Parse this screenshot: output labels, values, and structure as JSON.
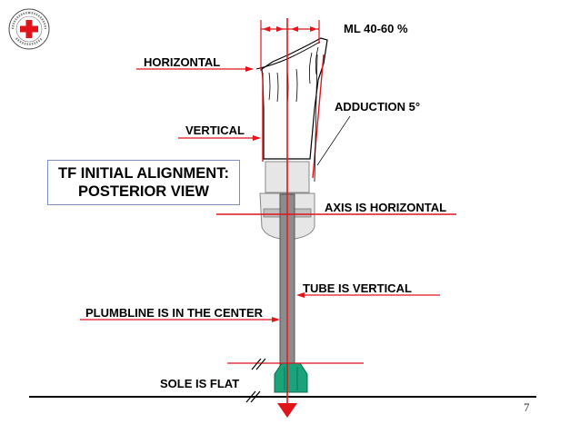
{
  "logo": {
    "text_top": "COMITE INTERNATIONAL",
    "text_bottom": "GENEVE",
    "symbol": "red-cross",
    "cross_color": "#e0151c"
  },
  "title": {
    "line1": "TF INITIAL ALIGNMENT:",
    "line2": "POSTERIOR VIEW"
  },
  "labels": {
    "ml": "ML 40-60 %",
    "horizontal": "HORIZONTAL",
    "adduction": "ADDUCTION 5°",
    "vertical": "VERTICAL",
    "axis": "AXIS IS HORIZONTAL",
    "tube": "TUBE IS VERTICAL",
    "plumbline": "PLUMBLINE IS IN THE CENTER",
    "sole": "SOLE IS FLAT"
  },
  "page_number": "7",
  "colors": {
    "red_line": "#e0151c",
    "foot": "#1aa37a",
    "knee_fill": "#e6e6e6",
    "tube_fill": "#8c8c8c"
  }
}
